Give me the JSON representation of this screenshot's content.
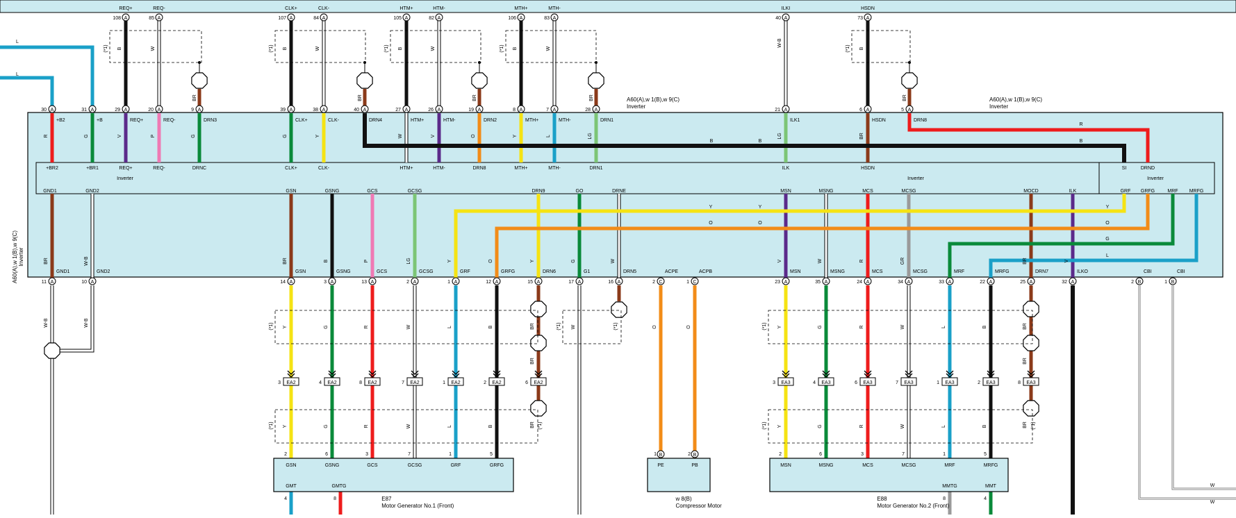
{
  "header": {
    "connectors": [
      {
        "top": "REQ+",
        "pin": "108"
      },
      {
        "top": "REQ-",
        "pin": "85"
      },
      {
        "top": "CLK+",
        "pin": "107"
      },
      {
        "top": "CLK-",
        "pin": "84"
      },
      {
        "top": "HTM+",
        "pin": "105"
      },
      {
        "top": "HTM-",
        "pin": "82"
      },
      {
        "top": "MTH+",
        "pin": "106"
      },
      {
        "top": "MTH-",
        "pin": "83"
      },
      {
        "top": "ILKI",
        "pin": "40"
      },
      {
        "top": "HSDN",
        "pin": "73"
      }
    ],
    "pin_letter": "A"
  },
  "inverter": {
    "ref_label_1": "A60(A),w 1(B),w 9(C)",
    "ref_label_2": "A60(A),w 1(B),w 9(C)",
    "name": "Inverter",
    "side_label": "A60(A),w 1(B),w 9(C)",
    "side_name": "Inverter",
    "top_pins": [
      {
        "num": "30",
        "sig": "+B2",
        "color": "R"
      },
      {
        "num": "31",
        "sig": "+B",
        "color": "G"
      },
      {
        "num": "29",
        "sig": "REQ+",
        "color": "V"
      },
      {
        "num": "20",
        "sig": "REQ-",
        "color": "P"
      },
      {
        "num": "9",
        "sig": "DRN3",
        "color": "G"
      },
      {
        "num": "39",
        "sig": "CLK+",
        "color": "G"
      },
      {
        "num": "38",
        "sig": "CLK-",
        "color": "Y"
      },
      {
        "num": "40",
        "sig": "DRN4",
        "color": ""
      },
      {
        "num": "27",
        "sig": "HTM+",
        "color": "W"
      },
      {
        "num": "26",
        "sig": "HTM-",
        "color": "V"
      },
      {
        "num": "19",
        "sig": "DRN2",
        "color": "O"
      },
      {
        "num": "8",
        "sig": "MTH+",
        "color": "Y"
      },
      {
        "num": "7",
        "sig": "MTH-",
        "color": "L"
      },
      {
        "num": "28",
        "sig": "DRN1",
        "color": "LG"
      },
      {
        "num": "21",
        "sig": "ILK1",
        "color": "LG"
      },
      {
        "num": "6",
        "sig": "HSDN",
        "color": "BR"
      },
      {
        "num": "5",
        "sig": "DRN8",
        "color": ""
      }
    ],
    "inner_top": [
      "+BR2",
      "+BR1",
      "REQ+",
      "REQ-",
      "DRNC",
      "CLK+",
      "CLK-",
      "HTM+",
      "HTM-",
      "DRN8",
      "MTH+",
      "MTH-",
      "DRN1",
      "ILK",
      "HSDN",
      "SI",
      "DRND"
    ],
    "inner_names": [
      "Inverter",
      "Inverter",
      "Inverter"
    ],
    "inner_bottom": [
      "GND1",
      "GND2",
      "GSN",
      "GSNG",
      "GCS",
      "GCSG",
      "DRN9",
      "GO",
      "DRNE",
      "MSN",
      "MSNG",
      "MCS",
      "MCSG",
      "MOCD",
      "ILK",
      "GRF",
      "GRFG",
      "MRF",
      "MRFG"
    ],
    "bottom_pins": [
      {
        "num": "11",
        "sig": "GND1",
        "color": "BR"
      },
      {
        "num": "10",
        "sig": "GND2",
        "color": "W-B"
      },
      {
        "num": "14",
        "sig": "GSN",
        "color": "BR"
      },
      {
        "num": "3",
        "sig": "GSNG",
        "color": "B"
      },
      {
        "num": "13",
        "sig": "GCS",
        "color": "P"
      },
      {
        "num": "2",
        "sig": "GCSG",
        "color": "LG"
      },
      {
        "num": "1",
        "sig": "GRF",
        "color": "Y"
      },
      {
        "num": "12",
        "sig": "GRFG",
        "color": "O"
      },
      {
        "num": "15",
        "sig": "DRN6",
        "color": "Y"
      },
      {
        "num": "17",
        "sig": "G1",
        "color": "G"
      },
      {
        "num": "16",
        "sig": "DRN5",
        "color": "W"
      },
      {
        "num": "2",
        "sig": "ACPE",
        "color": ""
      },
      {
        "num": "1",
        "sig": "ACPB",
        "color": ""
      },
      {
        "num": "23",
        "sig": "MSN",
        "color": "V"
      },
      {
        "num": "35",
        "sig": "MSNG",
        "color": "W"
      },
      {
        "num": "24",
        "sig": "MCS",
        "color": "R"
      },
      {
        "num": "34",
        "sig": "MCSG",
        "color": "GR"
      },
      {
        "num": "33",
        "sig": "MRF",
        "color": ""
      },
      {
        "num": "22",
        "sig": "MRFG",
        "color": ""
      },
      {
        "num": "25",
        "sig": "DRN7",
        "color": "BR"
      },
      {
        "num": "32",
        "sig": "ILKO",
        "color": "V"
      },
      {
        "num": "2",
        "sig": "CBI",
        "color": ""
      },
      {
        "num": "1",
        "sig": "CBI",
        "color": ""
      }
    ],
    "bus_labels": {
      "b": "B",
      "r": "R",
      "y": "Y",
      "o": "O",
      "g": "G",
      "l": "L"
    }
  },
  "left_wires": {
    "l1": "L",
    "l2": "L"
  },
  "shield_label": "(*1)",
  "connector_ea2": {
    "name": "EA2",
    "pins": [
      "3",
      "4",
      "8",
      "7",
      "1",
      "2",
      "6"
    ],
    "colors": [
      "Y",
      "G",
      "R",
      "W",
      "L",
      "B",
      "BR"
    ]
  },
  "connector_ea3": {
    "name": "EA3",
    "pins": [
      "3",
      "4",
      "6",
      "7",
      "1",
      "2",
      "8"
    ],
    "colors": [
      "Y",
      "G",
      "R",
      "W",
      "L",
      "B",
      "BR"
    ]
  },
  "mg1": {
    "pins_top": [
      "2",
      "6",
      "3",
      "7",
      "1",
      "5"
    ],
    "signals": [
      "GSN",
      "GSNG",
      "GCS",
      "GCSG",
      "GRF",
      "GRFG"
    ],
    "bottom_sigs": [
      "GMT",
      "GMTG"
    ],
    "bottom_pins": [
      "4",
      "8"
    ],
    "ref": "E87",
    "name": "Motor Generator No.1 (Front)"
  },
  "comp": {
    "pins_top": [
      "1",
      "2"
    ],
    "pin_letter": "B",
    "signals": [
      "PE",
      "PB"
    ],
    "ref": "w 8(B)",
    "name": "Compressor Motor"
  },
  "mg2": {
    "pins_top": [
      "2",
      "6",
      "3",
      "7",
      "1",
      "5"
    ],
    "signals": [
      "MSN",
      "MSNG",
      "MCS",
      "MCSG",
      "MRF",
      "MRFG"
    ],
    "bottom_sigs": [
      "MMTG",
      "MMT"
    ],
    "bottom_pins": [
      "8",
      "4"
    ],
    "ref": "E88",
    "name": "Motor Generator No.2 (Front)"
  },
  "misc": {
    "w_label": "W",
    "wb_label": "W-B",
    "w_right1": "W",
    "w_right2": "W"
  },
  "colors": {
    "body": "#cbeaf0",
    "black": "#111111",
    "red": "#ee1c1c",
    "green": "#0a8a3a",
    "lightgreen": "#7cc576",
    "yellow": "#f5e313",
    "orange": "#f28c18",
    "blue": "#1aa0c8",
    "violet": "#5b2a8a",
    "pink": "#ef7ab4",
    "brown": "#8b3a1a",
    "gray": "#9a9a9a"
  }
}
